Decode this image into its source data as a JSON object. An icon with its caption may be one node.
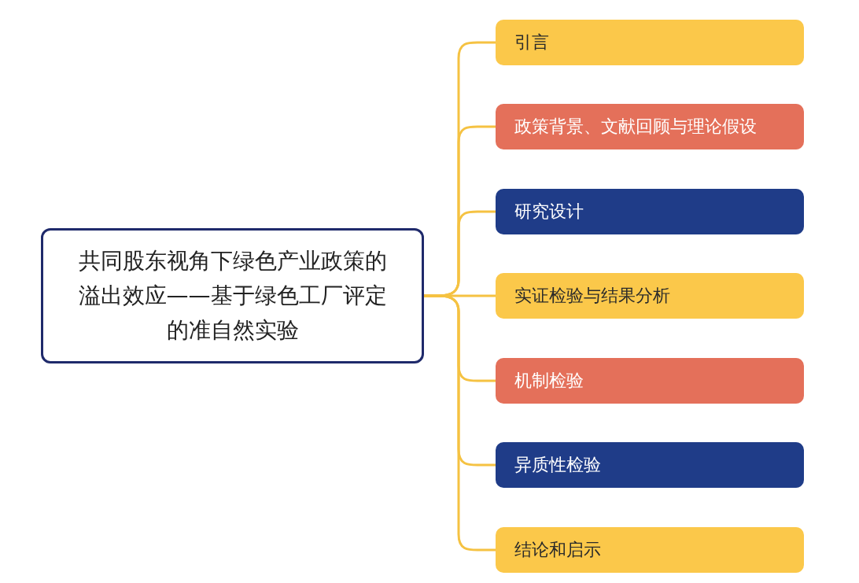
{
  "diagram": {
    "nodes": [
      {
        "text": [
          "共同股东视角下绿色产业政策的溢出效应——基于绿色工厂评定的准自然实验"
        ]
      },
      {
        "text": [
          "引言"
        ]
      },
      {
        "text": [
          "政策背景、文献回顾与理论假设"
        ]
      },
      {
        "text": [
          "研究设计"
        ]
      },
      {
        "text": [
          "实证检验与结果分析"
        ]
      },
      {
        "text": [
          "机制检验"
        ]
      },
      {
        "text": [
          "异质性检验"
        ]
      },
      {
        "text": [
          "结论和启示"
        ]
      }
    ],
    "edges": [
      {
        "from": 0,
        "to": 1,
        "arrow": "none"
      },
      {
        "from": 0,
        "to": 2,
        "arrow": "none"
      },
      {
        "from": 0,
        "to": 3,
        "arrow": "none"
      },
      {
        "from": 0,
        "to": 4,
        "arrow": "none"
      },
      {
        "from": 0,
        "to": 5,
        "arrow": "none"
      },
      {
        "from": 0,
        "to": 6,
        "arrow": "none"
      },
      {
        "from": 0,
        "to": 7,
        "arrow": "none"
      }
    ]
  }
}
